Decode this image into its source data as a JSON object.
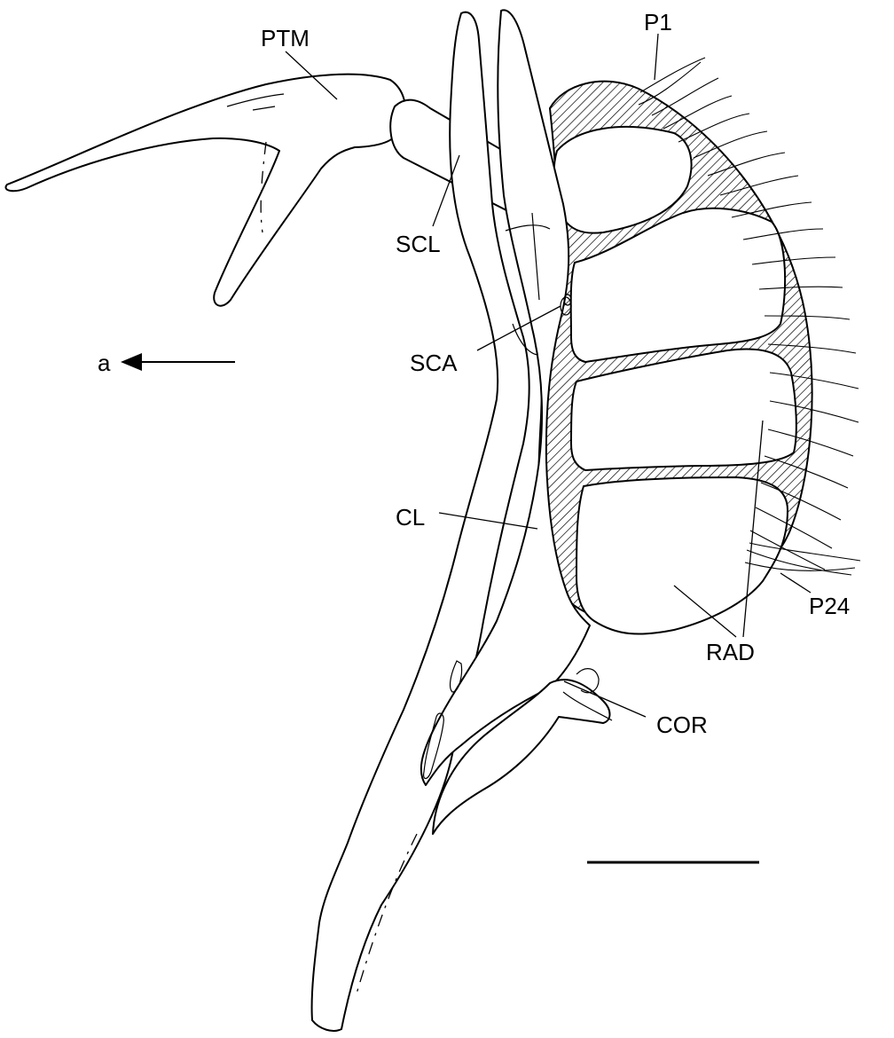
{
  "labels": {
    "ptm": "PTM",
    "scl": "SCL",
    "sca": "SCA",
    "cl": "CL",
    "cor": "COR",
    "rad": "RAD",
    "p1": "P1",
    "p24": "P24",
    "anterior": "a"
  },
  "colors": {
    "ink": "#000000",
    "paper": "#ffffff"
  },
  "icons": {
    "anterior_arrow": "arrow-left-icon"
  }
}
